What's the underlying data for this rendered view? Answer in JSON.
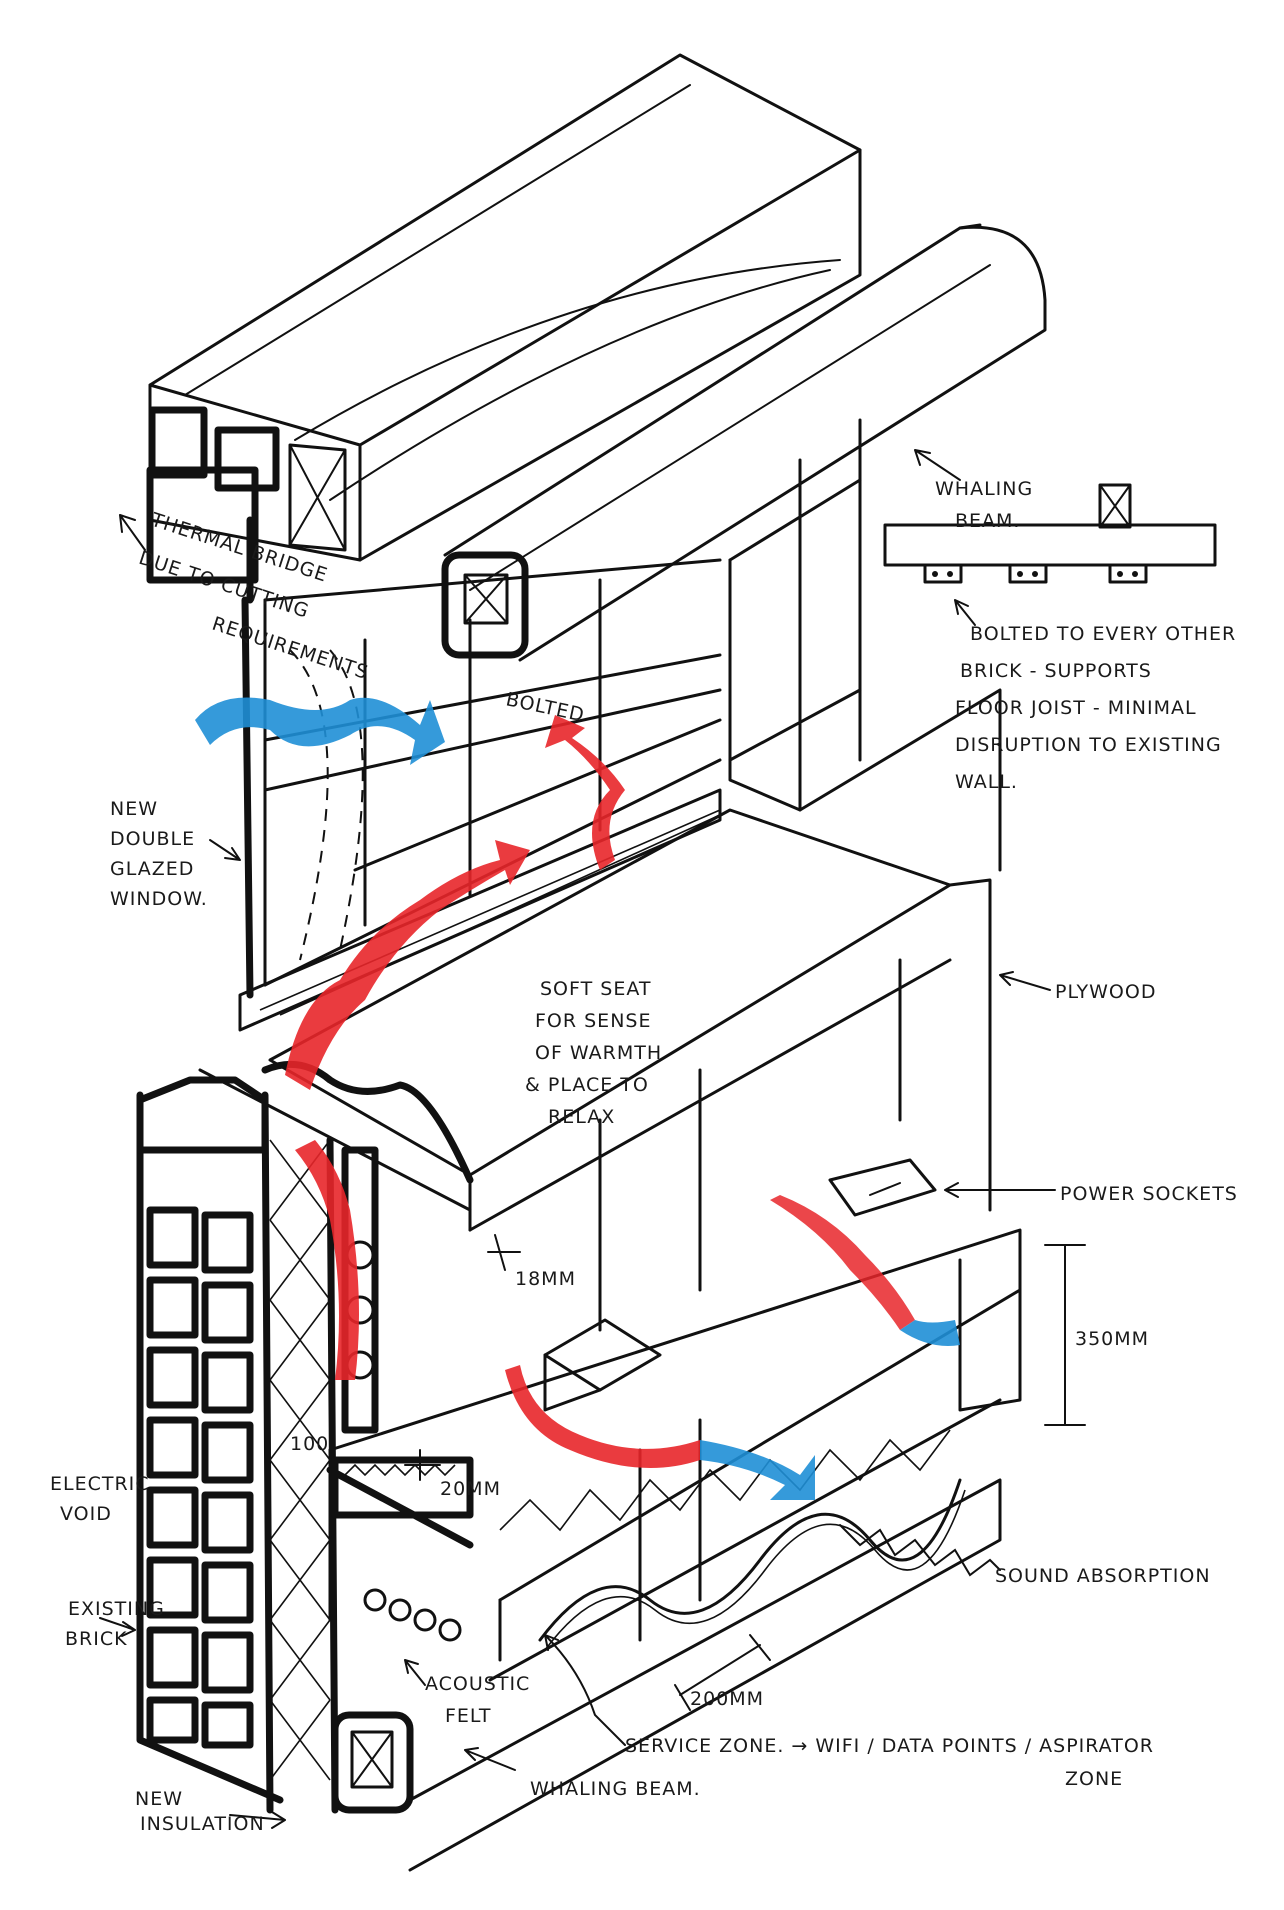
{
  "colors": {
    "ink": "#111111",
    "heat": "#e8262a",
    "cool": "#1f8fd6",
    "background": "#ffffff"
  },
  "labels": {
    "thermal_bridge": [
      "THERMAL BRIDGE",
      "DUE TO CUTTING",
      "REQUIREMENTS"
    ],
    "bolted": "BOLTED",
    "new_window": [
      "NEW",
      "DOUBLE",
      "GLAZED",
      "WINDOW."
    ],
    "whaling_beam_top": [
      "WHALING",
      "BEAM."
    ],
    "bolted_note": [
      "BOLTED TO EVERY OTHER",
      "BRICK - SUPPORTS",
      "FLOOR JOIST - MINIMAL",
      "DISRUPTION TO EXISTING",
      "WALL."
    ],
    "plywood": "PLYWOOD",
    "soft_seat": [
      "SOFT SEAT",
      "FOR SENSE",
      "OF WARMTH",
      "& PLACE TO",
      "RELAX"
    ],
    "power_sockets": "POWER SOCKETS",
    "dim_18mm": "18MM",
    "dim_350mm": "350MM",
    "electric_void": [
      "ELECTRIC",
      "VOID"
    ],
    "dim_20mm": "20MM",
    "dim_100": "100",
    "sound_absorption": "SOUND ABSORPTION",
    "existing_brick": [
      "EXISTING",
      "BRICK"
    ],
    "acoustic_felt": [
      "ACOUSTIC",
      "FELT"
    ],
    "dim_200mm": "200MM",
    "service_zone": "SERVICE ZONE. → WIFI / DATA POINTS / ASPIRATOR",
    "service_zone_2": "ZONE",
    "whaling_beam_bottom": "WHALING BEAM.",
    "new_insulation": [
      "NEW",
      "INSULATION"
    ]
  }
}
